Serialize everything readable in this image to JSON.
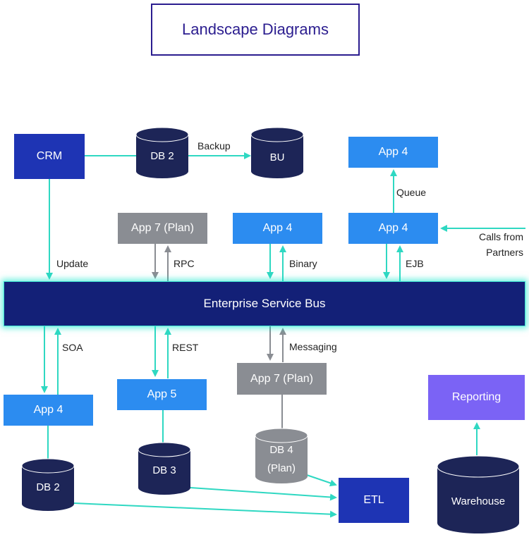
{
  "title": "Landscape Diagrams",
  "colors": {
    "teal": "#2fd8c2",
    "grey_arrow": "#8a8d93",
    "navy": "#1e34b4",
    "blue": "#2c8cf0",
    "grey": "#8a8d93",
    "purple": "#7b63f5",
    "db_navy": "#1d2557",
    "db_grey": "#8a8d93"
  },
  "nodes": {
    "crm": "CRM",
    "db2_top": "DB 2",
    "bu": "BU",
    "app4_top_right": "App 4",
    "app7_plan_top": "App 7 (Plan)",
    "app4_mid": "App 4",
    "app4_right": "App 4",
    "esb": "Enterprise Service Bus",
    "app4_bottom_left": "App 4",
    "app5": "App 5",
    "app7_plan_bottom": "App 7 (Plan)",
    "reporting": "Reporting",
    "db2_bottom": "DB 2",
    "db3": "DB 3",
    "db4_plan_line1": "DB 4",
    "db4_plan_line2": "(Plan)",
    "etl": "ETL",
    "warehouse": "Warehouse"
  },
  "edge_labels": {
    "backup": "Backup",
    "update": "Update",
    "rpc": "RPC",
    "binary": "Binary",
    "queue": "Queue",
    "ejb": "EJB",
    "calls_line1": "Calls from",
    "calls_line2": "Partners",
    "soa": "SOA",
    "rest": "REST",
    "messaging": "Messaging"
  }
}
